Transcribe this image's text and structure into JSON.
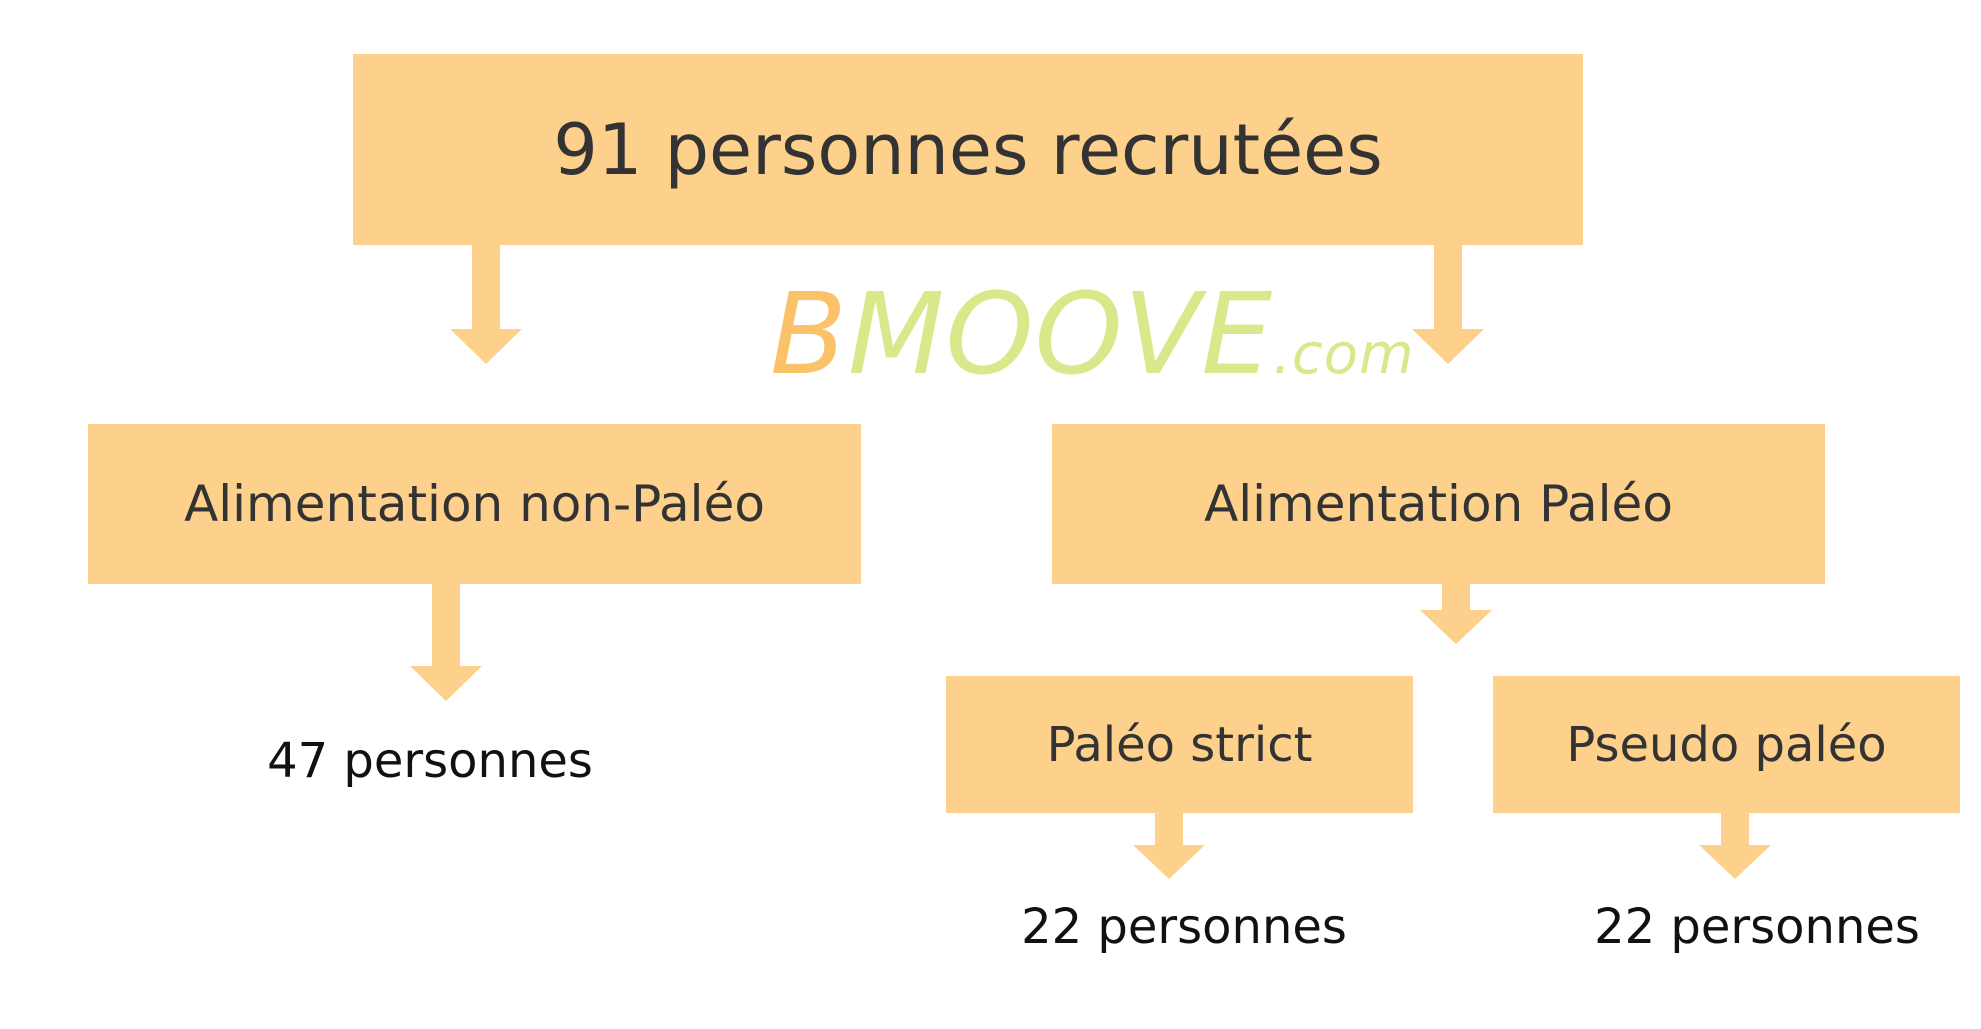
{
  "nodes": {
    "root": "91 personnes recrutées",
    "left": "Alimentation non-Paléo",
    "right": "Alimentation Paléo",
    "strict": "Paléo strict",
    "pseudo": "Pseudo paléo"
  },
  "counts": {
    "left": "47 personnes",
    "strict": "22 personnes",
    "pseudo": "22 personnes"
  },
  "watermark": {
    "initial": "B",
    "rest": "MOOVE",
    "suffix": ".com"
  },
  "colors": {
    "box_fill": "#fdd08c",
    "arrow": "#fdd08c",
    "watermark_primary": "#fbc26a",
    "watermark_secondary": "#d9e88a"
  },
  "icons": {
    "arrow": "down-arrow-icon"
  }
}
